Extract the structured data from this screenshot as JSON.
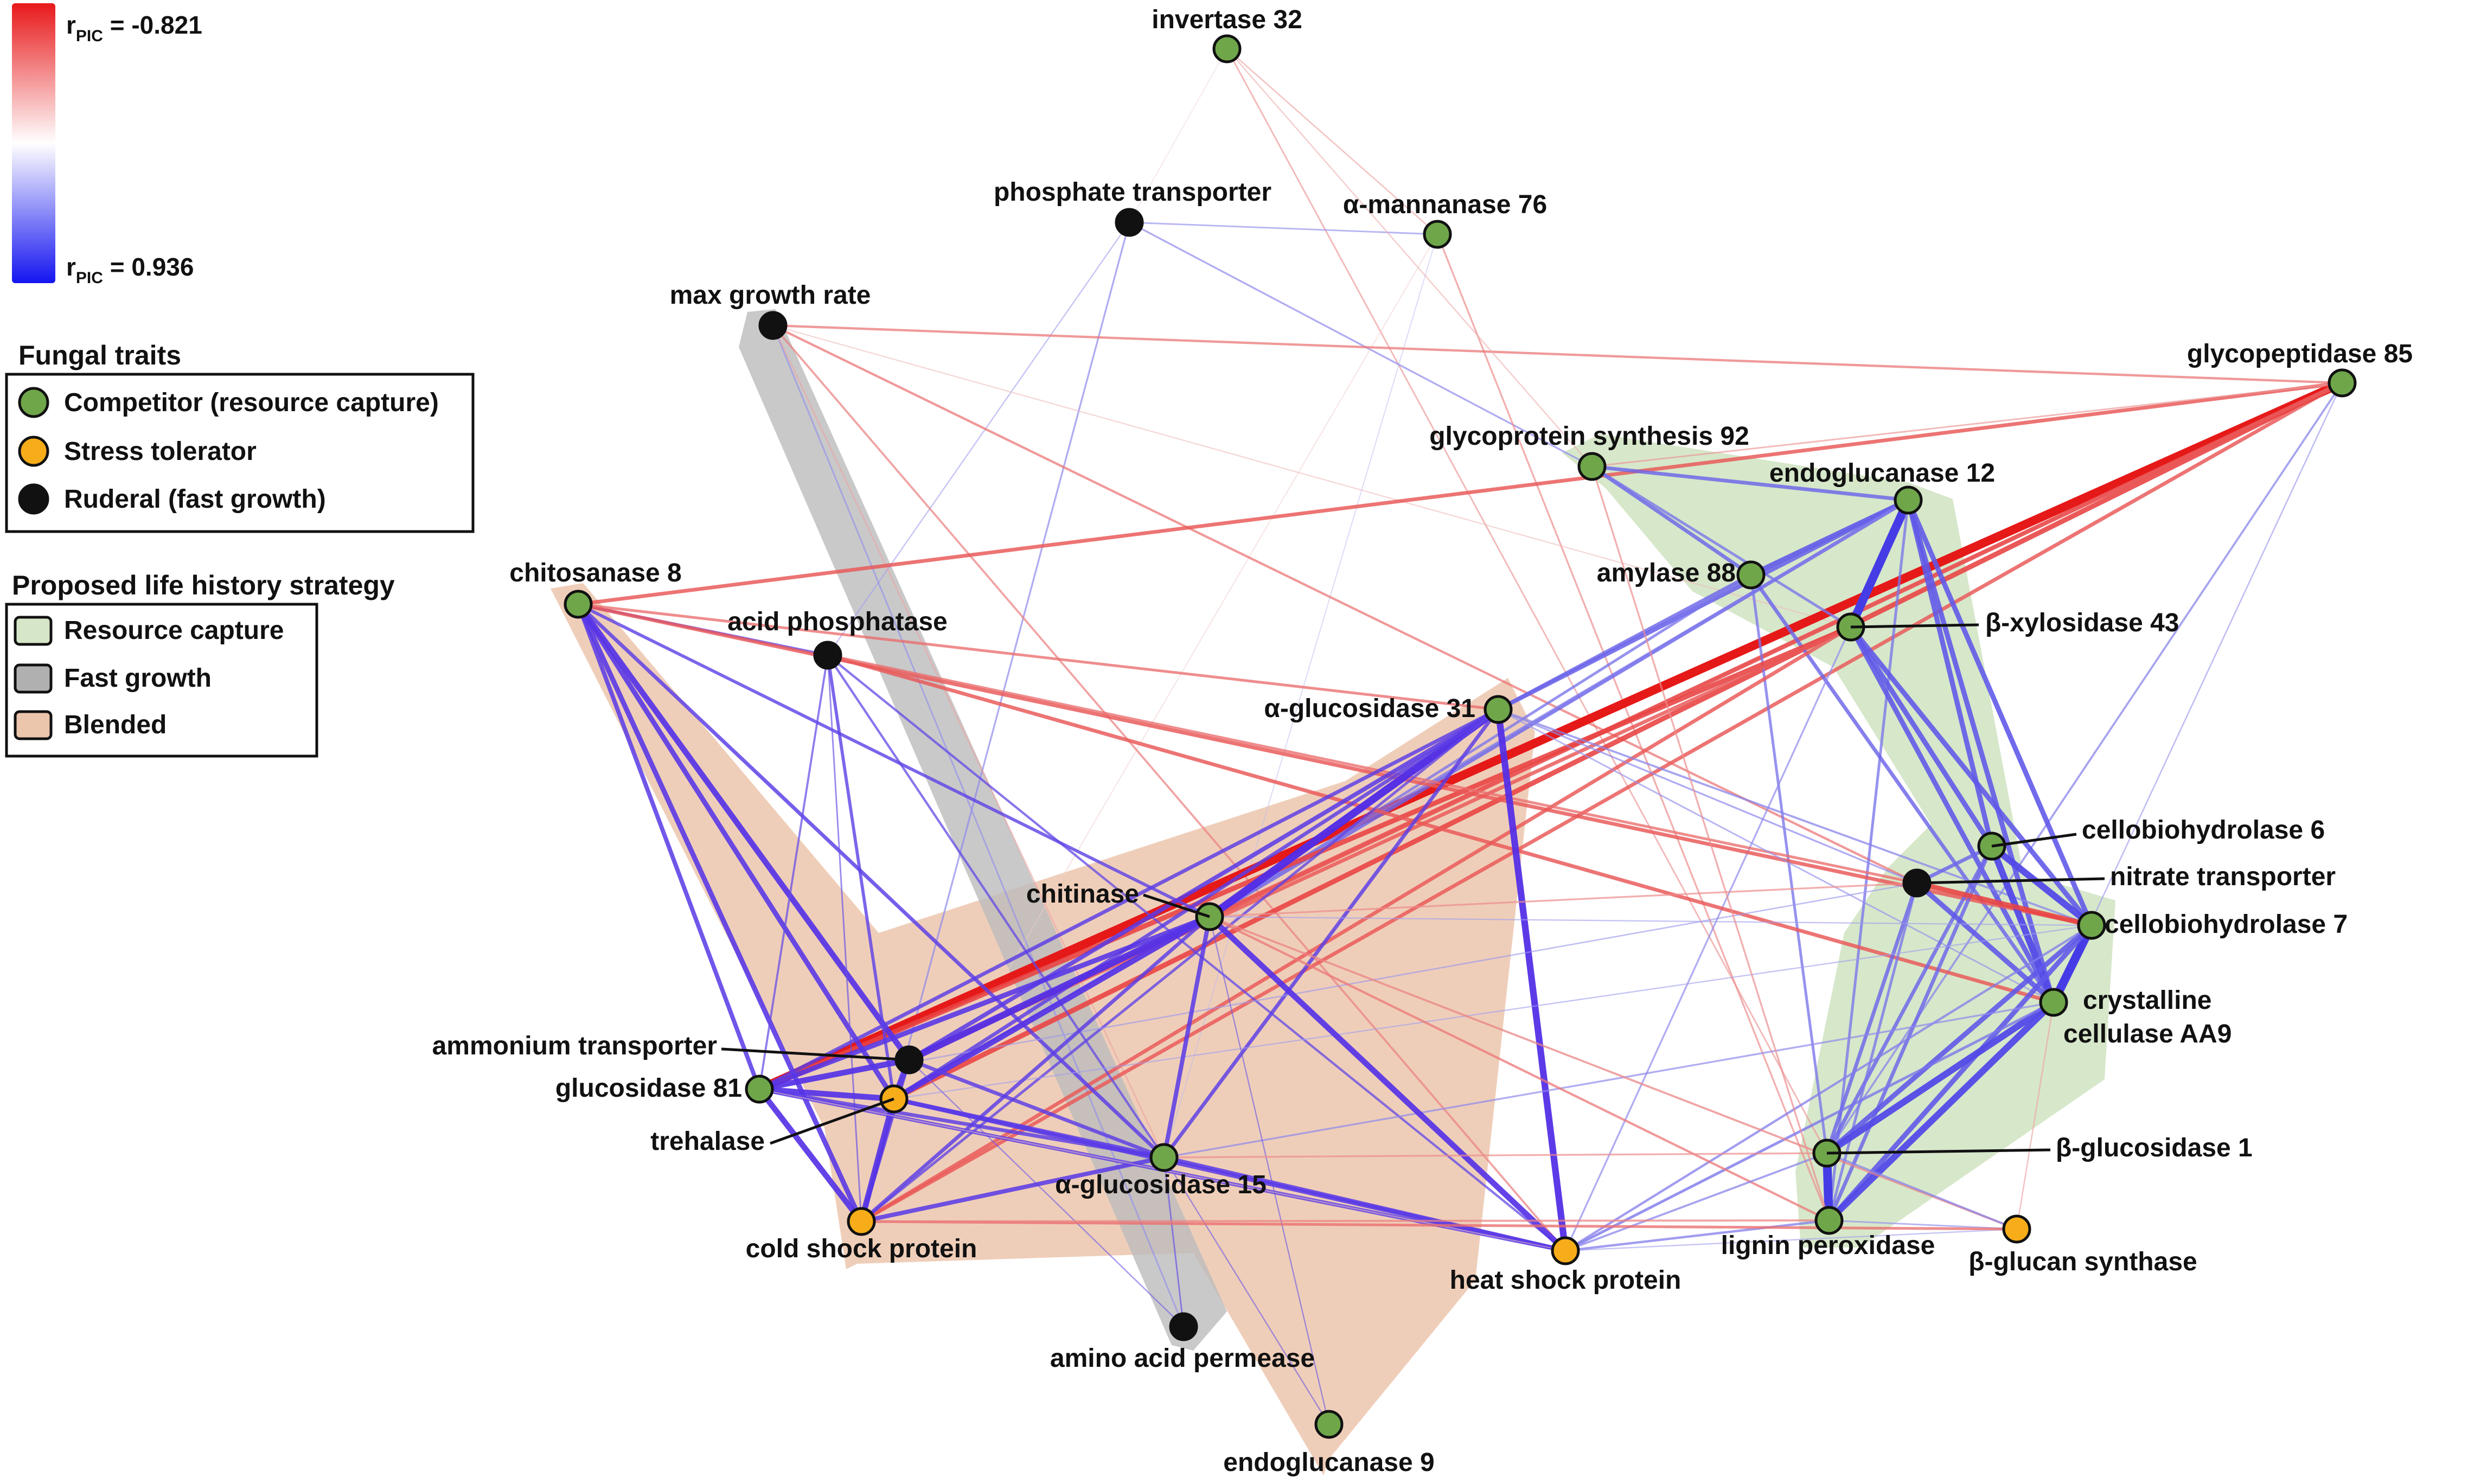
{
  "colorbar": {
    "prefix": "r",
    "sub": "PIC",
    "top_label": " = -0.821",
    "bottom_label": " = 0.936",
    "top_color": "#e8191b",
    "bottom_color": "#1414f0"
  },
  "legend_traits": {
    "title": "Fungal traits",
    "items": [
      {
        "label": "Competitor (resource capture)",
        "color": "#6fa64a"
      },
      {
        "label": "Stress tolerator",
        "color": "#f7ad19"
      },
      {
        "label": "Ruderal (fast growth)",
        "color": "#111111"
      }
    ]
  },
  "legend_strategy": {
    "title": "Proposed life history strategy",
    "items": [
      {
        "label": "Resource capture",
        "color": "#d6e6c8"
      },
      {
        "label": "Fast growth",
        "color": "#b0b0b0"
      },
      {
        "label": "Blended",
        "color": "#ecc5ad"
      }
    ]
  },
  "nodes": [
    {
      "id": "invertase32",
      "label": "invertase 32",
      "type": "competitor"
    },
    {
      "id": "phosphate",
      "label": "phosphate transporter",
      "type": "ruderal"
    },
    {
      "id": "mannanase76",
      "label": "α-mannanase 76",
      "type": "competitor"
    },
    {
      "id": "maxgrowth",
      "label": "max growth rate",
      "type": "ruderal"
    },
    {
      "id": "glycopeptidase85",
      "label": "glycopeptidase 85",
      "type": "competitor"
    },
    {
      "id": "glycoprotein92",
      "label": "glycoprotein synthesis 92",
      "type": "competitor"
    },
    {
      "id": "endoglucanase12",
      "label": "endoglucanase 12",
      "type": "competitor"
    },
    {
      "id": "amylase88",
      "label": "amylase 88",
      "type": "competitor"
    },
    {
      "id": "xylosidase43",
      "label": "β-xylosidase 43",
      "type": "competitor"
    },
    {
      "id": "chitosanase8",
      "label": "chitosanase 8",
      "type": "competitor"
    },
    {
      "id": "acidphos",
      "label": "acid phosphatase",
      "type": "ruderal"
    },
    {
      "id": "glucosidase31",
      "label": "α-glucosidase 31",
      "type": "competitor"
    },
    {
      "id": "cbh6",
      "label": "cellobiohydrolase 6",
      "type": "competitor"
    },
    {
      "id": "nitrate",
      "label": "nitrate transporter",
      "type": "ruderal"
    },
    {
      "id": "cbh7",
      "label": "cellobiohydrolase 7",
      "type": "competitor"
    },
    {
      "id": "chitinase",
      "label": "chitinase",
      "type": "competitor"
    },
    {
      "id": "aa9",
      "label": "crystalline",
      "label2": "cellulase AA9",
      "type": "competitor"
    },
    {
      "id": "ammonium",
      "label": "ammonium transporter",
      "type": "ruderal"
    },
    {
      "id": "glucosidase81",
      "label": "glucosidase 81",
      "type": "competitor"
    },
    {
      "id": "trehalase",
      "label": "trehalase",
      "type": "stress"
    },
    {
      "id": "bglucosidase1",
      "label": "β-glucosidase 1",
      "type": "competitor"
    },
    {
      "id": "glucosidase15",
      "label": "α-glucosidase 15",
      "type": "competitor"
    },
    {
      "id": "coldshock",
      "label": "cold shock protein",
      "type": "stress"
    },
    {
      "id": "lignin",
      "label": "lignin peroxidase",
      "type": "competitor"
    },
    {
      "id": "bglucansynth",
      "label": "β-glucan synthase",
      "type": "stress"
    },
    {
      "id": "heatshock",
      "label": "heat shock protein",
      "type": "stress"
    },
    {
      "id": "aminoacid",
      "label": "amino acid permease",
      "type": "ruderal"
    },
    {
      "id": "endoglucanase9",
      "label": "endoglucanase 9",
      "type": "competitor"
    }
  ],
  "node_colors": {
    "competitor": "#6fa64a",
    "stress": "#f7ad19",
    "ruderal": "#111111"
  },
  "edges": [
    [
      "invertase32",
      "phosphate",
      -0.1
    ],
    [
      "invertase32",
      "mannanase76",
      -0.35
    ],
    [
      "invertase32",
      "bglucosidase1",
      -0.4
    ],
    [
      "phosphate",
      "mannanase76",
      0.4
    ],
    [
      "phosphate",
      "glycoprotein92",
      0.45
    ],
    [
      "phosphate",
      "acidphos",
      0.3
    ],
    [
      "phosphate",
      "coldshock",
      0.45
    ],
    [
      "mannanase76",
      "glucosidase15",
      0.1
    ],
    [
      "mannanase76",
      "lignin",
      -0.45
    ],
    [
      "mannanase76",
      "coldshock",
      -0.15
    ],
    [
      "maxgrowth",
      "glycopeptidase85",
      -0.55
    ],
    [
      "maxgrowth",
      "aminoacid",
      0.4
    ],
    [
      "maxgrowth",
      "xylosidase43",
      -0.25
    ],
    [
      "maxgrowth",
      "heatshock",
      -0.5
    ],
    [
      "maxgrowth",
      "nitrate",
      -0.55
    ],
    [
      "maxgrowth",
      "glucosidase15",
      -0.35
    ],
    [
      "glycopeptidase85",
      "glucosidase81",
      -1.0
    ],
    [
      "glycopeptidase85",
      "chitosanase8",
      -0.7
    ],
    [
      "glycopeptidase85",
      "coldshock",
      -0.7
    ],
    [
      "glycopeptidase85",
      "trehalase",
      -0.8
    ],
    [
      "glycopeptidase85",
      "ammonium",
      -0.75
    ],
    [
      "glycopeptidase85",
      "chitinase",
      -0.7
    ],
    [
      "glycopeptidase85",
      "glycoprotein92",
      -0.4
    ],
    [
      "glycopeptidase85",
      "bglucosidase1",
      0.5
    ],
    [
      "glycopeptidase85",
      "aa9",
      0.35
    ],
    [
      "glycoprotein92",
      "endoglucanase12",
      0.7
    ],
    [
      "glycoprotein92",
      "amylase88",
      0.7
    ],
    [
      "glycoprotein92",
      "xylosidase43",
      0.6
    ],
    [
      "endoglucanase12",
      "xylosidase43",
      1.0
    ],
    [
      "endoglucanase12",
      "amylase88",
      0.8
    ],
    [
      "endoglucanase12",
      "cbh6",
      0.8
    ],
    [
      "endoglucanase12",
      "cbh7",
      0.8
    ],
    [
      "endoglucanase12",
      "aa9",
      0.8
    ],
    [
      "endoglucanase12",
      "glucosidase31",
      0.75
    ],
    [
      "endoglucanase12",
      "chitinase",
      0.7
    ],
    [
      "endoglucanase12",
      "trehalase",
      0.55
    ],
    [
      "endoglucanase12",
      "lignin",
      0.6
    ],
    [
      "amylase88",
      "glucosidase31",
      0.7
    ],
    [
      "amylase88",
      "bglucosidase1",
      0.6
    ],
    [
      "amylase88",
      "aa9",
      0.7
    ],
    [
      "amylase88",
      "chitinase",
      0.6
    ],
    [
      "xylosidase43",
      "cbh6",
      0.8
    ],
    [
      "xylosidase43",
      "cbh7",
      0.8
    ],
    [
      "xylosidase43",
      "aa9",
      0.8
    ],
    [
      "xylosidase43",
      "glucosidase81",
      -0.8
    ],
    [
      "xylosidase43",
      "ammonium",
      -0.7
    ],
    [
      "xylosidase43",
      "coldshock",
      -0.7
    ],
    [
      "xylosidase43",
      "heatshock",
      0.45
    ],
    [
      "chitosanase8",
      "acidphos",
      0.6
    ],
    [
      "chitosanase8",
      "trehalase",
      0.8
    ],
    [
      "chitosanase8",
      "coldshock",
      0.8
    ],
    [
      "chitosanase8",
      "glucosidase81",
      0.75
    ],
    [
      "chitosanase8",
      "ammonium",
      0.85
    ],
    [
      "chitosanase8",
      "glucosidase15",
      0.7
    ],
    [
      "chitosanase8",
      "chitinase",
      0.65
    ],
    [
      "chitosanase8",
      "cbh7",
      -0.7
    ],
    [
      "chitosanase8",
      "glucosidase31",
      -0.6
    ],
    [
      "acidphos",
      "trehalase",
      0.65
    ],
    [
      "acidphos",
      "coldshock",
      0.4
    ],
    [
      "acidphos",
      "glucosidase15",
      0.55
    ],
    [
      "acidphos",
      "aa9",
      -0.7
    ],
    [
      "acidphos",
      "nitrate",
      -0.6
    ],
    [
      "acidphos",
      "heatshock",
      0.55
    ],
    [
      "acidphos",
      "glucosidase81",
      0.5
    ],
    [
      "glucosidase31",
      "chitinase",
      0.95
    ],
    [
      "glucosidase31",
      "heatshock",
      0.9
    ],
    [
      "glucosidase31",
      "glucosidase15",
      0.7
    ],
    [
      "glucosidase31",
      "trehalase",
      0.7
    ],
    [
      "glucosidase31",
      "ammonium",
      0.75
    ],
    [
      "glucosidase31",
      "glucosidase81",
      0.7
    ],
    [
      "glucosidase31",
      "cbh7",
      0.5
    ],
    [
      "glucosidase31",
      "coldshock",
      0.6
    ],
    [
      "glucosidase31",
      "nitrate",
      0.45
    ],
    [
      "glucosidase31",
      "aa9",
      0.4
    ],
    [
      "cbh6",
      "cbh7",
      0.9
    ],
    [
      "cbh6",
      "aa9",
      0.9
    ],
    [
      "cbh6",
      "nitrate",
      0.7
    ],
    [
      "cbh6",
      "bglucosidase1",
      0.7
    ],
    [
      "cbh6",
      "lignin",
      0.7
    ],
    [
      "nitrate",
      "cbh7",
      -0.8
    ],
    [
      "nitrate",
      "aa9",
      0.8
    ],
    [
      "nitrate",
      "bglucosidase1",
      0.7
    ],
    [
      "nitrate",
      "lignin",
      0.6
    ],
    [
      "nitrate",
      "chitinase",
      -0.45
    ],
    [
      "nitrate",
      "glucosidase81",
      0.35
    ],
    [
      "cbh7",
      "aa9",
      1.0
    ],
    [
      "cbh7",
      "bglucosidase1",
      0.8
    ],
    [
      "cbh7",
      "lignin",
      0.8
    ],
    [
      "cbh7",
      "chitinase",
      0.3
    ],
    [
      "cbh7",
      "heatshock",
      0.55
    ],
    [
      "cbh7",
      "trehalase",
      0.3
    ],
    [
      "aa9",
      "bglucosidase1",
      0.9
    ],
    [
      "aa9",
      "lignin",
      0.9
    ],
    [
      "aa9",
      "bglucansynth",
      -0.35
    ],
    [
      "aa9",
      "heatshock",
      0.6
    ],
    [
      "aa9",
      "glucosidase15",
      0.45
    ],
    [
      "chitinase",
      "ammonium",
      0.9
    ],
    [
      "chitinase",
      "glucosidase81",
      0.8
    ],
    [
      "chitinase",
      "trehalase",
      0.85
    ],
    [
      "chitinase",
      "glucosidase15",
      0.75
    ],
    [
      "chitinase",
      "heatshock",
      0.85
    ],
    [
      "chitinase",
      "coldshock",
      0.7
    ],
    [
      "chitinase",
      "bglucansynth",
      -0.5
    ],
    [
      "chitinase",
      "lignin",
      -0.55
    ],
    [
      "chitinase",
      "endoglucanase9",
      0.3
    ],
    [
      "ammonium",
      "glucosidase81",
      0.85
    ],
    [
      "ammonium",
      "trehalase",
      0.85
    ],
    [
      "ammonium",
      "coldshock",
      0.7
    ],
    [
      "ammonium",
      "glucosidase15",
      0.7
    ],
    [
      "ammonium",
      "aminoacid",
      0.3
    ],
    [
      "glucosidase81",
      "trehalase",
      0.85
    ],
    [
      "glucosidase81",
      "coldshock",
      0.85
    ],
    [
      "glucosidase81",
      "glucosidase15",
      0.7
    ],
    [
      "glucosidase81",
      "heatshock",
      0.7
    ],
    [
      "trehalase",
      "coldshock",
      0.85
    ],
    [
      "trehalase",
      "glucosidase15",
      0.75
    ],
    [
      "trehalase",
      "heatshock",
      0.75
    ],
    [
      "bglucosidase1",
      "lignin",
      1.0
    ],
    [
      "bglucosidase1",
      "bglucansynth",
      0.5
    ],
    [
      "bglucosidase1",
      "heatshock",
      0.5
    ],
    [
      "bglucosidase1",
      "glucosidase15",
      -0.45
    ],
    [
      "glucosidase15",
      "coldshock",
      0.75
    ],
    [
      "glucosidase15",
      "heatshock",
      0.75
    ],
    [
      "glucosidase15",
      "aminoacid",
      0.4
    ],
    [
      "glucosidase15",
      "endoglucanase9",
      0.3
    ],
    [
      "lignin",
      "bglucansynth",
      0.4
    ],
    [
      "lignin",
      "heatshock",
      0.55
    ],
    [
      "heatshock",
      "bglucansynth",
      0.3
    ],
    [
      "heatshock",
      "glucosidase81",
      -0.2
    ],
    [
      "coldshock",
      "bglucansynth",
      -0.6
    ],
    [
      "coldshock",
      "lignin",
      -0.5
    ],
    [
      "glycoprotein92",
      "lignin",
      -0.45
    ],
    [
      "invertase32",
      "glycoprotein92",
      -0.3
    ]
  ]
}
